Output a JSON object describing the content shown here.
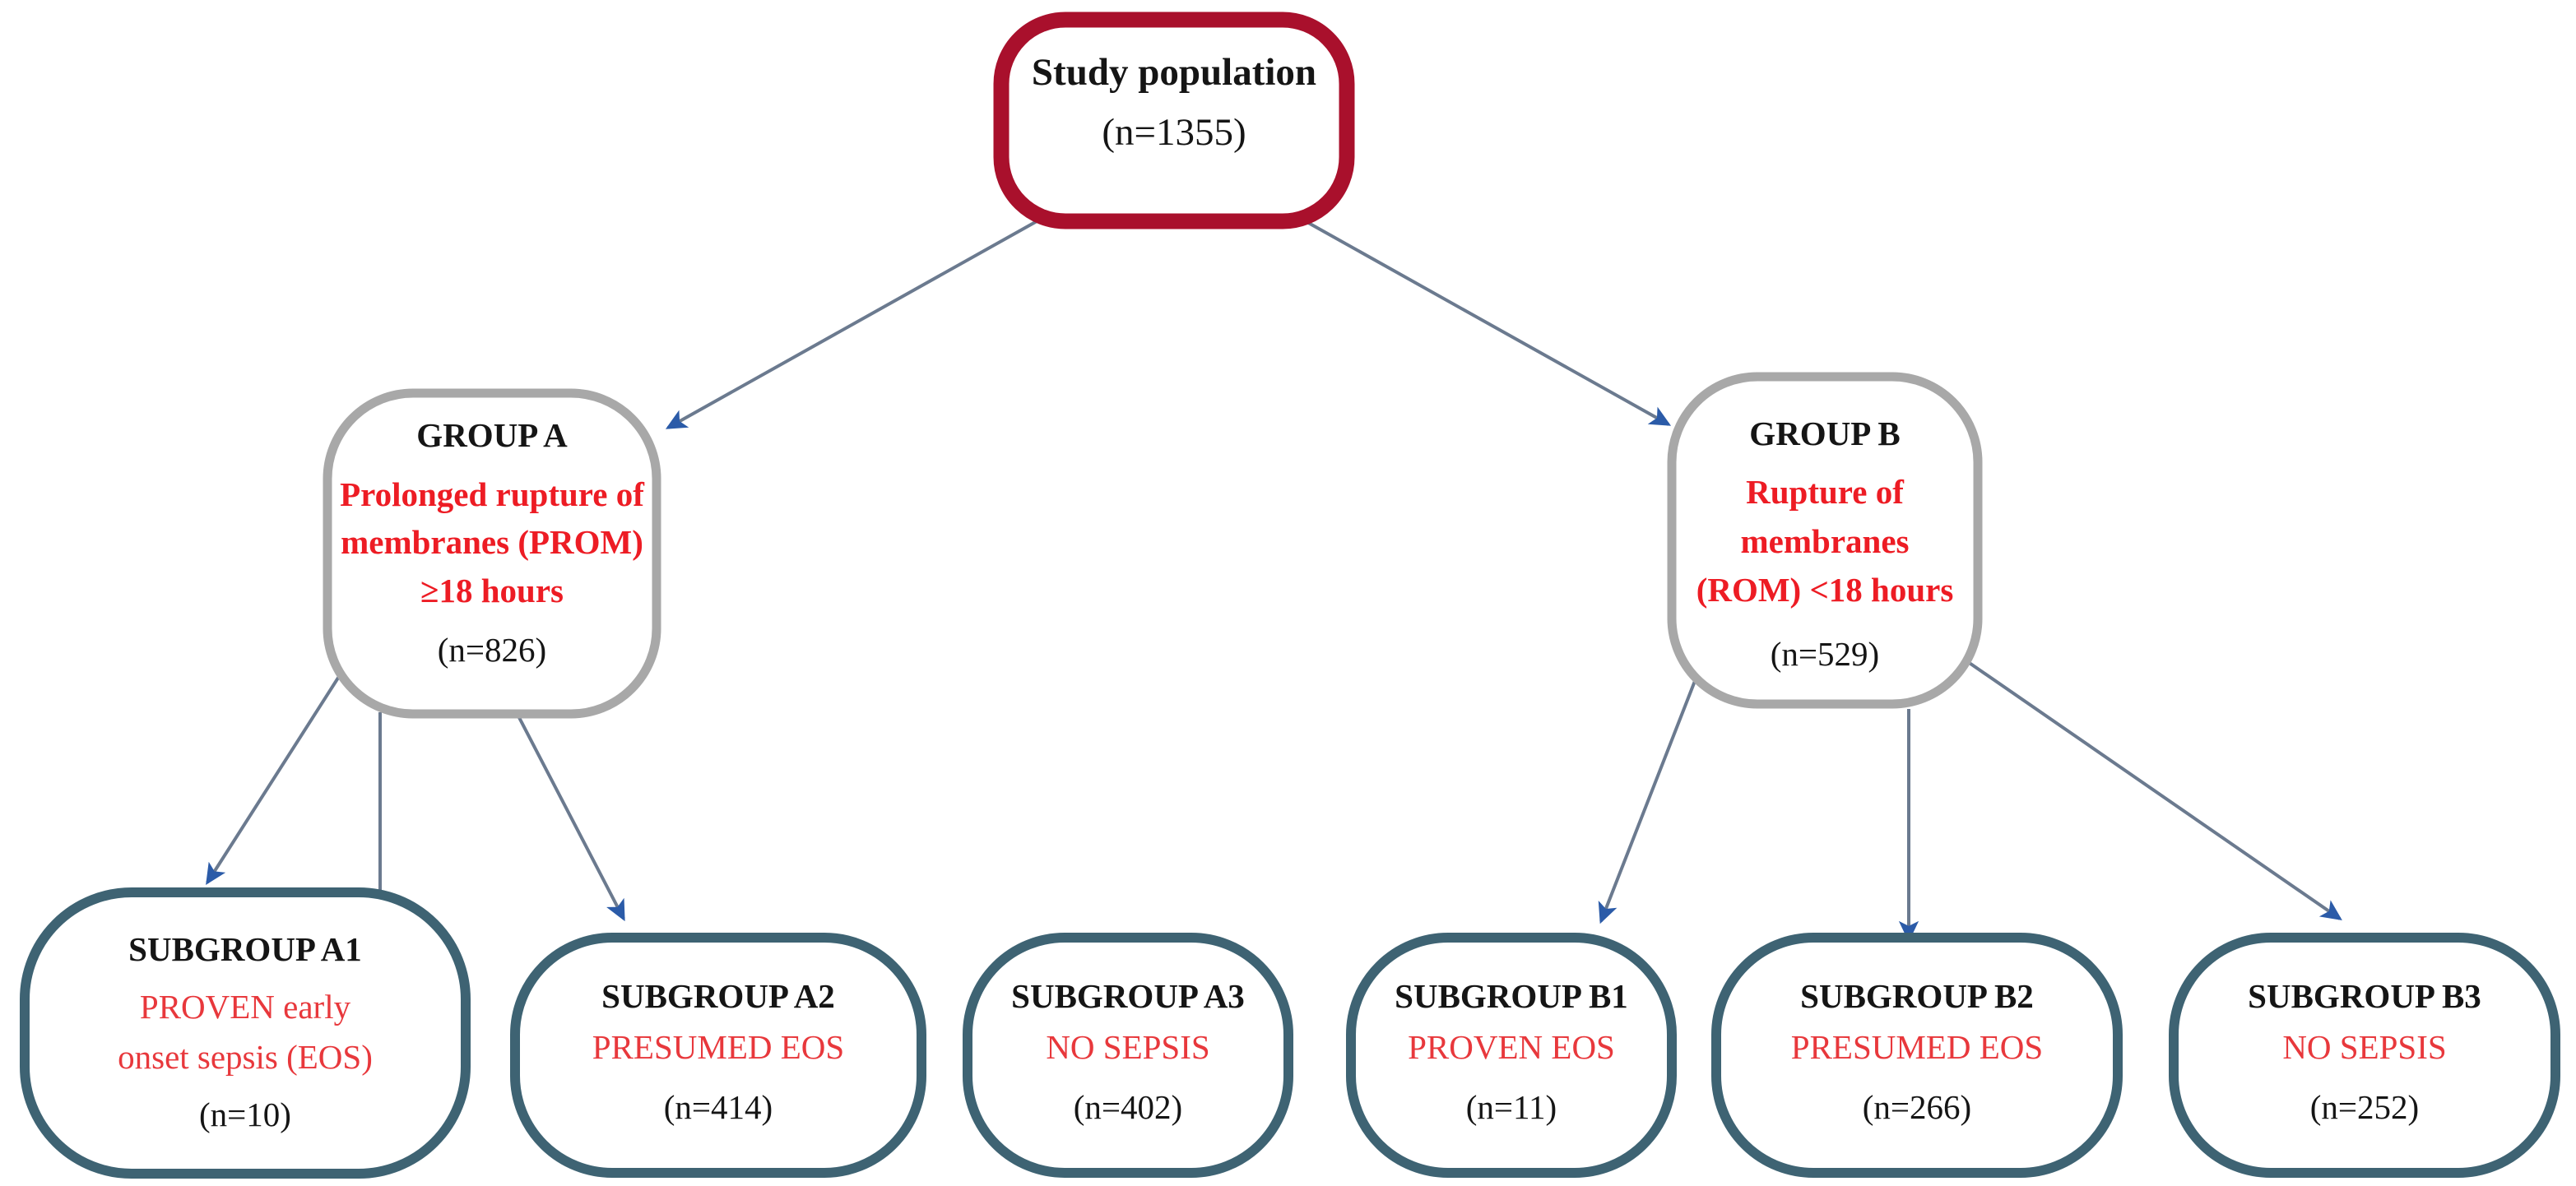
{
  "diagram": {
    "title": "Study population flow diagram",
    "colors": {
      "root_border": "#A9102C",
      "group_border": "#A8A8A8",
      "subgroup_border": "#3E6373",
      "connector_line": "#6B7A8F",
      "arrow_head": "#2B5BA8",
      "red_text": "#ED1C24",
      "black_text": "#151515",
      "background": "#FFFFFF"
    },
    "nodes": [
      {
        "id": "study-population",
        "kind": "root",
        "lines": [
          {
            "text": "Study population",
            "style": "title"
          },
          {
            "text": "(n=1355)",
            "style": "n"
          }
        ]
      },
      {
        "id": "group-a",
        "kind": "group",
        "lines": [
          {
            "text": "GROUP A",
            "style": "title"
          },
          {
            "text": "Prolonged rupture of",
            "style": "red"
          },
          {
            "text": "membranes (PROM)",
            "style": "red"
          },
          {
            "text": "≥18 hours",
            "style": "red"
          },
          {
            "text": "(n=826)",
            "style": "n"
          }
        ]
      },
      {
        "id": "group-b",
        "kind": "group",
        "lines": [
          {
            "text": "GROUP B",
            "style": "title"
          },
          {
            "text": "Rupture of membranes",
            "style": "red"
          },
          {
            "text": "(ROM) <18 hours",
            "style": "red"
          },
          {
            "text": "(n=529)",
            "style": "n"
          }
        ]
      },
      {
        "id": "subgroup-a1",
        "kind": "subgroup",
        "lines": [
          {
            "text": "SUBGROUP A1",
            "style": "title"
          },
          {
            "text": "PROVEN early",
            "style": "red-light"
          },
          {
            "text": "onset sepsis (EOS)",
            "style": "red-light"
          },
          {
            "text": "(n=10)",
            "style": "n"
          }
        ]
      },
      {
        "id": "subgroup-a2",
        "kind": "subgroup",
        "lines": [
          {
            "text": "SUBGROUP A2",
            "style": "title"
          },
          {
            "text": "PRESUMED EOS",
            "style": "red-light"
          },
          {
            "text": "(n=414)",
            "style": "n"
          }
        ]
      },
      {
        "id": "subgroup-a3",
        "kind": "subgroup",
        "lines": [
          {
            "text": "SUBGROUP A3",
            "style": "title"
          },
          {
            "text": "NO SEPSIS",
            "style": "red-light"
          },
          {
            "text": "(n=402)",
            "style": "n"
          }
        ]
      },
      {
        "id": "subgroup-b1",
        "kind": "subgroup",
        "lines": [
          {
            "text": "SUBGROUP B1",
            "style": "title"
          },
          {
            "text": "PROVEN EOS",
            "style": "red-light"
          },
          {
            "text": "(n=11)",
            "style": "n"
          }
        ]
      },
      {
        "id": "subgroup-b2",
        "kind": "subgroup",
        "lines": [
          {
            "text": "SUBGROUP B2",
            "style": "title"
          },
          {
            "text": "PRESUMED EOS",
            "style": "red-light"
          },
          {
            "text": "(n=266)",
            "style": "n"
          }
        ]
      },
      {
        "id": "subgroup-b3",
        "kind": "subgroup",
        "lines": [
          {
            "text": "SUBGROUP B3",
            "style": "title"
          },
          {
            "text": "NO SEPSIS",
            "style": "red-light"
          },
          {
            "text": "(n=252)",
            "style": "n"
          }
        ]
      }
    ],
    "edges": [
      {
        "from": "study-population",
        "to": "group-a"
      },
      {
        "from": "study-population",
        "to": "group-b"
      },
      {
        "from": "group-a",
        "to": "subgroup-a1"
      },
      {
        "from": "group-a",
        "to": "subgroup-a2"
      },
      {
        "from": "group-a",
        "to": "subgroup-a3"
      },
      {
        "from": "group-b",
        "to": "subgroup-b1"
      },
      {
        "from": "group-b",
        "to": "subgroup-b2"
      },
      {
        "from": "group-b",
        "to": "subgroup-b3"
      }
    ],
    "counts": {
      "study_population": 1355,
      "group_a": 826,
      "group_b": 529,
      "subgroup_a1": 10,
      "subgroup_a2": 414,
      "subgroup_a3": 402,
      "subgroup_b1": 11,
      "subgroup_b2": 266,
      "subgroup_b3": 252
    }
  }
}
